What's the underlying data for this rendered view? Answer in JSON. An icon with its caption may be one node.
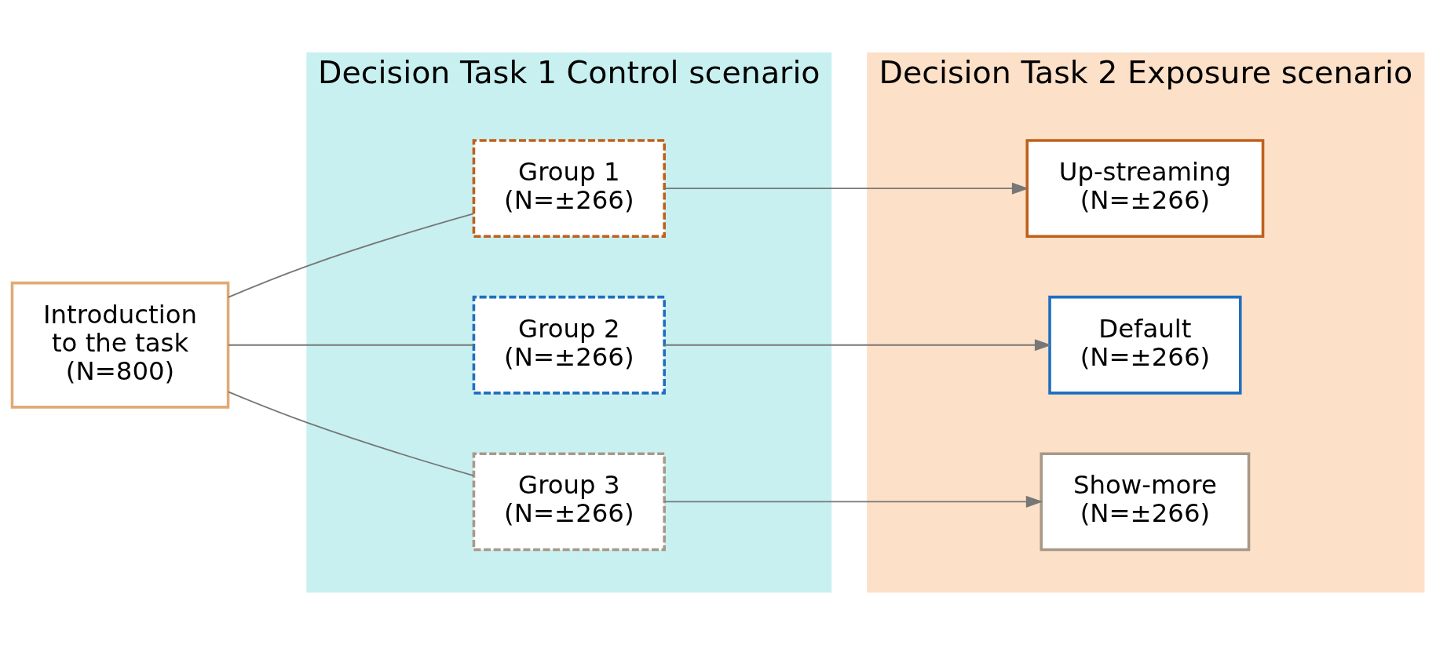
{
  "diagram": {
    "nodes": [
      {
        "text": [
          "Decision Task 1 Control scenario"
        ]
      },
      {
        "text": [
          "Group 1 (N=±266)"
        ],
        "in": 0
      },
      {
        "text": [
          "Group 2 (N=±266)"
        ],
        "in": 0
      },
      {
        "text": [
          "Group 3 (N=±266)"
        ],
        "in": 0
      },
      {
        "text": [
          "Decision Task 2 Exposure scenario"
        ]
      },
      {
        "text": [
          "Up-streaming (N=±266)"
        ],
        "in": 4
      },
      {
        "text": [
          "Default (N=±266)"
        ],
        "in": 4
      },
      {
        "text": [
          "Show-more (N=±266)"
        ],
        "in": 4
      },
      {
        "text": [
          "Introduction to the task (N=800)"
        ]
      }
    ],
    "edges": [
      {
        "from": 8,
        "to": 1,
        "arrow": "none"
      },
      {
        "from": 8,
        "to": 2,
        "arrow": "none"
      },
      {
        "from": 8,
        "to": 3,
        "arrow": "none"
      },
      {
        "from": 1,
        "to": 5,
        "arrow": "to"
      },
      {
        "from": 2,
        "to": 6,
        "arrow": "to"
      },
      {
        "from": 3,
        "to": 7,
        "arrow": "to"
      }
    ]
  }
}
